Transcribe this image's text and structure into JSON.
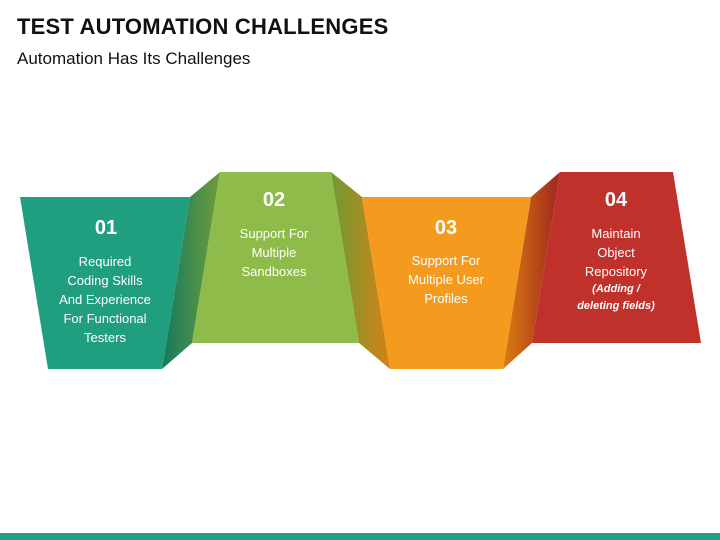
{
  "header": {
    "title": "TEST AUTOMATION CHALLENGES",
    "subtitle": "Automation Has Its Challenges"
  },
  "colors": {
    "green": "#1f9f7f",
    "lime": "#8fbb4a",
    "orange": "#f39a1f",
    "red": "#c0312b",
    "bottom_bar": "#1f9f88"
  },
  "cards": [
    {
      "number": "01",
      "lines": [
        "Required",
        "Coding Skills",
        "And Experience",
        "For Functional",
        "Testers"
      ],
      "note": ""
    },
    {
      "number": "02",
      "lines": [
        "Support For",
        "Multiple",
        "Sandboxes"
      ],
      "note": ""
    },
    {
      "number": "03",
      "lines": [
        "Support For",
        "Multiple User",
        "Profiles"
      ],
      "note": ""
    },
    {
      "number": "04",
      "lines": [
        "Maintain",
        "Object",
        "Repository"
      ],
      "note_lines": [
        "(Adding /",
        "deleting fields)"
      ]
    }
  ]
}
